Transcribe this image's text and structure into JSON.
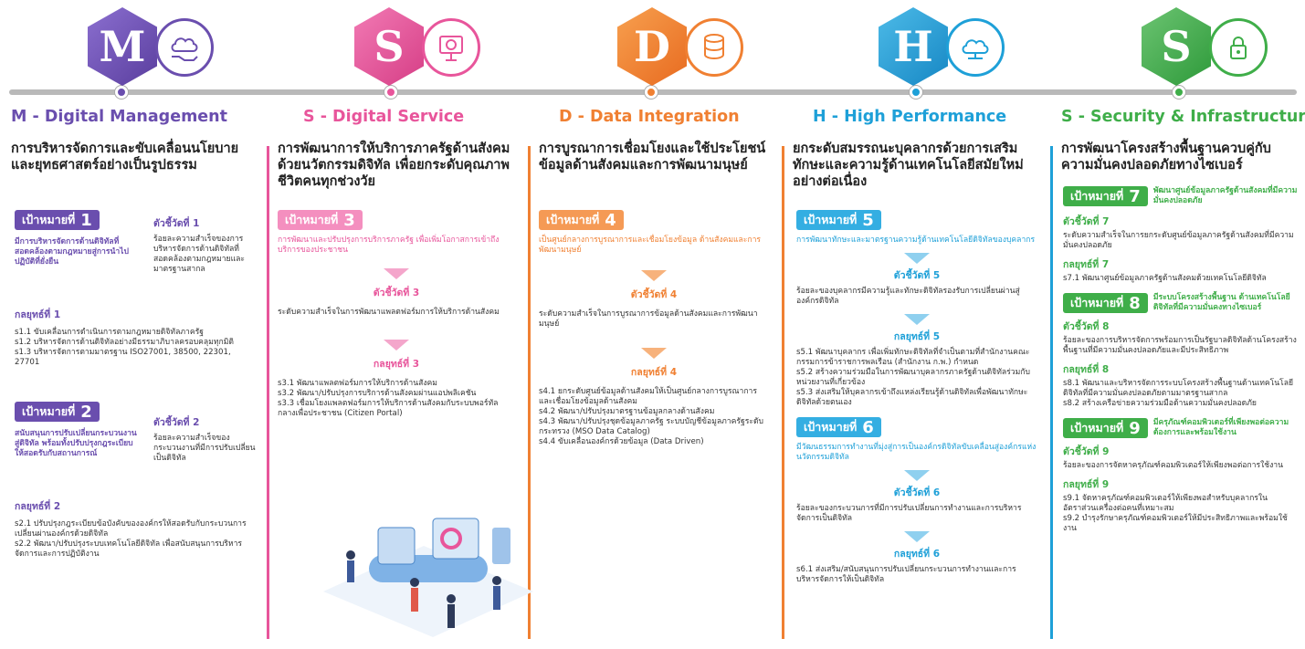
{
  "colors": {
    "m": "#6a4eae",
    "s1": "#e8559b",
    "d": "#f08032",
    "h": "#1ea0d8",
    "s2": "#3fae49"
  },
  "cols": [
    {
      "title": "M - Digital Management",
      "head": "การบริหารจัดการและขับเคลื่อนนโยบาย และยุทธศาสตร์อย่างเป็นรูปธรรม",
      "goal1": {
        "label": "เป้าหมายที่",
        "num": "1",
        "text": "มีการบริหารจัดการด้านดิจิทัลที่สอดคล้องตามกฎหมายสู่การนำไปปฏิบัติที่ยั่งยืน"
      },
      "ind1": {
        "label": "ตัวชี้วัดที่ 1",
        "text": "ร้อยละความสำเร็จของการบริหารจัดการด้านดิจิทัลที่สอดคล้องตามกฎหมายและมาตรฐานสากล"
      },
      "str1": {
        "label": "กลยุทธ์ที่ 1",
        "items": [
          "s1.1 ขับเคลื่อนการดำเนินการตามกฎหมายดิจิทัลภาครัฐ",
          "s1.2 บริหารจัดการด้านดิจิทัลอย่างมีธรรมาภิบาลครอบคลุมทุกมิติ",
          "s1.3 บริหารจัดการตามมาตรฐาน ISO27001, 38500, 22301, 27701"
        ]
      },
      "goal2": {
        "label": "เป้าหมายที่",
        "num": "2",
        "text": "สนับสนุนการปรับเปลี่ยนกระบวนงานสู่ดิจิทัล พร้อมทั้งปรับปรุงกฎระเบียบให้สอดรับกับสถานการณ์"
      },
      "ind2": {
        "label": "ตัวชี้วัดที่ 2",
        "text": "ร้อยละความสำเร็จของกระบวนงานที่มีการปรับเปลี่ยนเป็นดิจิทัล"
      },
      "str2": {
        "label": "กลยุทธ์ที่ 2",
        "items": [
          "s2.1 ปรับปรุงกฎระเบียบข้อบังคับขององค์กรให้สอดรับกับกระบวนการเปลี่ยนผ่านองค์กรด้วยดิจิทัล",
          "s2.2 พัฒนา/ปรับปรุงระบบเทคโนโลยีดิจิทัล เพื่อสนับสนุนการบริหารจัดการและการปฏิบัติงาน"
        ]
      }
    },
    {
      "title": "S - Digital Service",
      "head": "การพัฒนาการให้บริการภาครัฐด้านสังคม ด้วยนวัตกรรมดิจิทัล เพื่อยกระดับคุณภาพชีวิตคนทุกช่วงวัย",
      "goal": {
        "label": "เป้าหมายที่",
        "num": "3",
        "text": "การพัฒนาและปรับปรุงการบริการภาครัฐ เพื่อเพิ่มโอกาสการเข้าถึงบริการของประชาชน"
      },
      "ind": {
        "label": "ตัวชี้วัดที่ 3",
        "text": "ระดับความสำเร็จในการพัฒนาแพลตฟอร์มการให้บริการด้านสังคม"
      },
      "str": {
        "label": "กลยุทธ์ที่ 3",
        "items": [
          "s3.1 พัฒนาแพลตฟอร์มการให้บริการด้านสังคม",
          "s3.2 พัฒนา/ปรับปรุงการบริการด้านสังคมผ่านแอปพลิเคชัน",
          "s3.3 เชื่อมโยงแพลตฟอร์มการให้บริการด้านสังคมกับระบบพอร์ทัลกลางเพื่อประชาชน (Citizen Portal)"
        ]
      }
    },
    {
      "title": "D - Data Integration",
      "head": "การบูรณาการเชื่อมโยงและใช้ประโยชน์ข้อมูลด้านสังคมและการพัฒนามนุษย์",
      "goal": {
        "label": "เป้าหมายที่",
        "num": "4",
        "text": "เป็นศูนย์กลางการบูรณาการและเชื่อมโยงข้อมูล ด้านสังคมและการพัฒนามนุษย์"
      },
      "ind": {
        "label": "ตัวชี้วัดที่ 4",
        "text": "ระดับความสำเร็จในการบูรณาการข้อมูลด้านสังคมและการพัฒนามนุษย์"
      },
      "str": {
        "label": "กลยุทธ์ที่ 4",
        "items": [
          "s4.1 ยกระดับศูนย์ข้อมูลด้านสังคมให้เป็นศูนย์กลางการบูรณาการและเชื่อมโยงข้อมูลด้านสังคม",
          "s4.2 พัฒนา/ปรับปรุงมาตรฐานข้อมูลกลางด้านสังคม",
          "s4.3 พัฒนา/ปรับปรุงชุดข้อมูลภาครัฐ ระบบบัญชีข้อมูลภาครัฐระดับกระทรวง (MSO Data Catalog)",
          "s4.4 ขับเคลื่อนองค์กรด้วยข้อมูล (Data Driven)"
        ]
      }
    },
    {
      "title": "H - High Performance",
      "head": "ยกระดับสมรรถนะบุคลากรด้วยการเสริมทักษะและความรู้ด้านเทคโนโลยีสมัยใหม่อย่างต่อเนื่อง",
      "goal1": {
        "label": "เป้าหมายที่",
        "num": "5",
        "text": "การพัฒนาทักษะและมาตรฐานความรู้ด้านเทคโนโลยีดิจิทัลของบุคลากร"
      },
      "ind1": {
        "label": "ตัวชี้วัดที่ 5",
        "text": "ร้อยละของบุคลากรมีความรู้และทักษะดิจิทัลรองรับการเปลี่ยนผ่านสู่องค์กรดิจิทัล"
      },
      "str1": {
        "label": "กลยุทธ์ที่ 5",
        "items": [
          "s5.1 พัฒนาบุคลากร เพื่อเพิ่มทักษะดิจิทัลที่จำเป็นตามที่สำนักงานคณะกรรมการข้าราชการพลเรือน (สำนักงาน ก.พ.) กำหนด",
          "s5.2 สร้างความร่วมมือในการพัฒนาบุคลากรภาครัฐด้านดิจิทัลร่วมกับหน่วยงานที่เกี่ยวข้อง",
          "s5.3 ส่งเสริมให้บุคลากรเข้าถึงแหล่งเรียนรู้ด้านดิจิทัลเพื่อพัฒนาทักษะดิจิทัลด้วยตนเอง"
        ]
      },
      "goal2": {
        "label": "เป้าหมายที่",
        "num": "6",
        "text": "มีวัฒนธรรมการทำงานที่มุ่งสู่การเป็นองค์กรดิจิทัลขับเคลื่อนสู่องค์กรแห่งนวัตกรรมดิจิทัล"
      },
      "ind2": {
        "label": "ตัวชี้วัดที่ 6",
        "text": "ร้อยละของกระบวนการที่มีการปรับเปลี่ยนการทำงานและการบริหารจัดการเป็นดิจิทัล"
      },
      "str2": {
        "label": "กลยุทธ์ที่ 6",
        "items": [
          "s6.1 ส่งเสริม/สนับสนุนการปรับเปลี่ยนกระบวนการทำงานและการบริหารจัดการให้เป็นดิจิทัล"
        ]
      }
    },
    {
      "title": "S - Security & Infrastructure",
      "head": "การพัฒนาโครงสร้างพื้นฐานควบคู่กับความมั่นคงปลอดภัยทางไซเบอร์",
      "goal1": {
        "label": "เป้าหมายที่",
        "num": "7",
        "text": "พัฒนาศูนย์ข้อมูลภาครัฐด้านสังคมที่มีความมั่นคงปลอดภัย"
      },
      "ind1": {
        "label": "ตัวชี้วัดที่ 7",
        "text": "ระดับความสำเร็จในการยกระดับศูนย์ข้อมูลภาครัฐด้านสังคมที่มีความมั่นคงปลอดภัย"
      },
      "str1": {
        "label": "กลยุทธ์ที่ 7",
        "items": [
          "s7.1 พัฒนาศูนย์ข้อมูลภาครัฐด้านสังคมด้วยเทคโนโลยีดิจิทัล"
        ]
      },
      "goal2": {
        "label": "เป้าหมายที่",
        "num": "8",
        "text": "มีระบบโครงสร้างพื้นฐาน ด้านเทคโนโลยีดิจิทัลที่มีความมั่นคงทางไซเบอร์"
      },
      "ind2": {
        "label": "ตัวชี้วัดที่ 8",
        "text": "ร้อยละของการบริหารจัดการพร้อมการเป็นรัฐบาลดิจิทัลด้านโครงสร้างพื้นฐานที่มีความมั่นคงปลอดภัยและมีประสิทธิภาพ"
      },
      "str2": {
        "label": "กลยุทธ์ที่ 8",
        "items": [
          "s8.1 พัฒนาและบริหารจัดการระบบโครงสร้างพื้นฐานด้านเทคโนโลยีดิจิทัลที่มีความมั่นคงปลอดภัยตามมาตรฐานสากล",
          "s8.2 สร้างเครือข่ายความร่วมมือด้านความมั่นคงปลอดภัย"
        ]
      },
      "goal3": {
        "label": "เป้าหมายที่",
        "num": "9",
        "text": "มีครุภัณฑ์คอมพิวเตอร์ที่เพียงพอต่อความต้องการและพร้อมใช้งาน"
      },
      "ind3": {
        "label": "ตัวชี้วัดที่ 9",
        "text": "ร้อยละของการจัดหาครุภัณฑ์คอมพิวเตอร์ให้เพียงพอต่อการใช้งาน"
      },
      "str3": {
        "label": "กลยุทธ์ที่ 9",
        "items": [
          "s9.1 จัดหาครุภัณฑ์คอมพิวเตอร์ให้เพียงพอสำหรับบุคลากรในอัตราส่วนเครื่องต่อคนที่เหมาะสม",
          "s9.2 บำรุงรักษาครุภัณฑ์คอมพิวเตอร์ให้มีประสิทธิภาพและพร้อมใช้งาน"
        ]
      }
    }
  ],
  "hex_letters": [
    "M",
    "S",
    "D",
    "H",
    "S"
  ],
  "icons": [
    "cloud-hand-icon",
    "touch-screen-icon",
    "database-icon",
    "network-cloud-icon",
    "cyber-lock-icon"
  ]
}
